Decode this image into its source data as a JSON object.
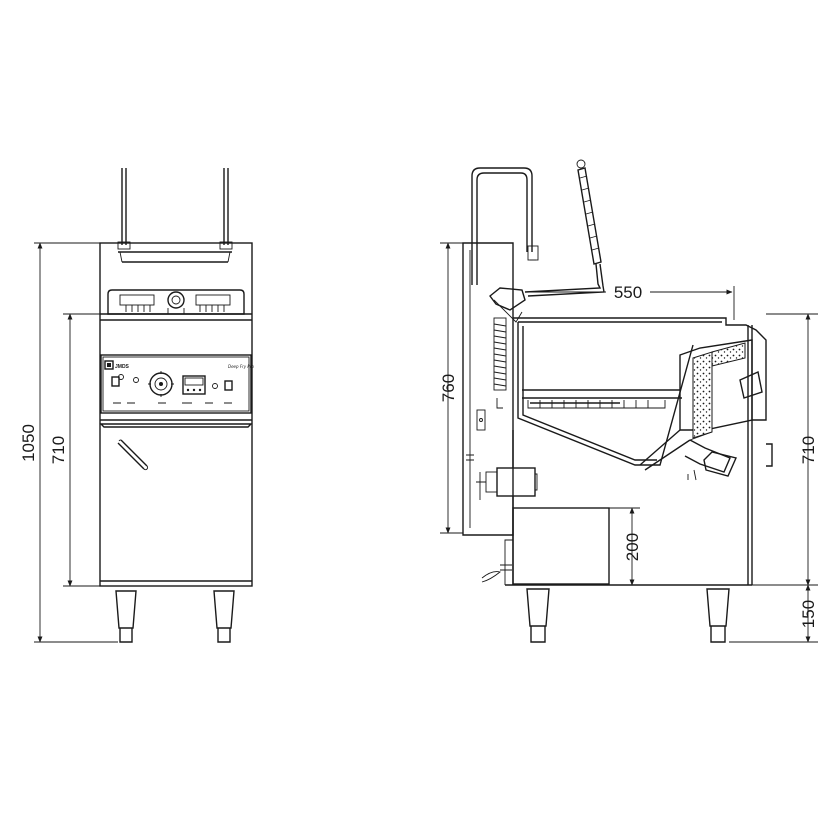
{
  "dimensions": {
    "front_total_height": "1050",
    "front_body_height": "710",
    "side_body_height": "760",
    "side_depth": "550",
    "side_right_height": "710",
    "side_tank_height": "200",
    "side_leg_height": "150"
  },
  "panel": {
    "brand": "JMDS",
    "script": "Deep Fry Pro"
  },
  "colors": {
    "line": "#1a1a1a",
    "background": "#ffffff"
  }
}
